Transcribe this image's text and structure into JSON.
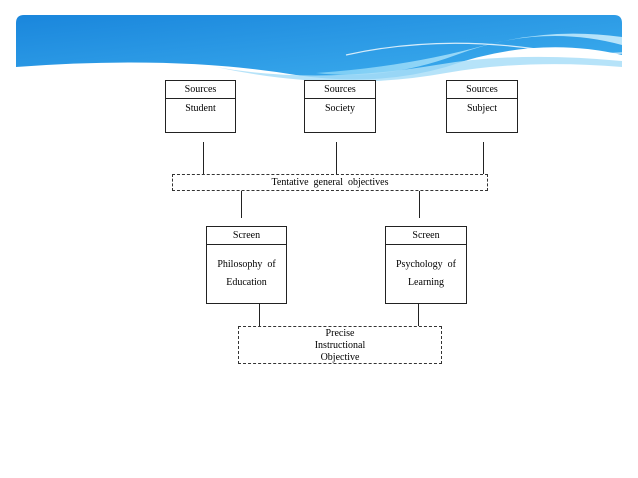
{
  "colors": {
    "banner_top": "#1e8fe0",
    "banner_light": "#62c1f4",
    "line": "#222222"
  },
  "sources": [
    {
      "header": "Sources",
      "label": "Student"
    },
    {
      "header": "Sources",
      "label": "Society"
    },
    {
      "header": "Sources",
      "label": "Subject"
    }
  ],
  "tentative": "Tentative  general  objectives",
  "screens": [
    {
      "header": "Screen",
      "line1": "Philosophy  of",
      "line2": "Education"
    },
    {
      "header": "Screen",
      "line1": "Psychology  of",
      "line2": "Learning"
    }
  ],
  "precise": {
    "line1": "Precise",
    "line2": "Instructional",
    "line3": "Objective"
  }
}
